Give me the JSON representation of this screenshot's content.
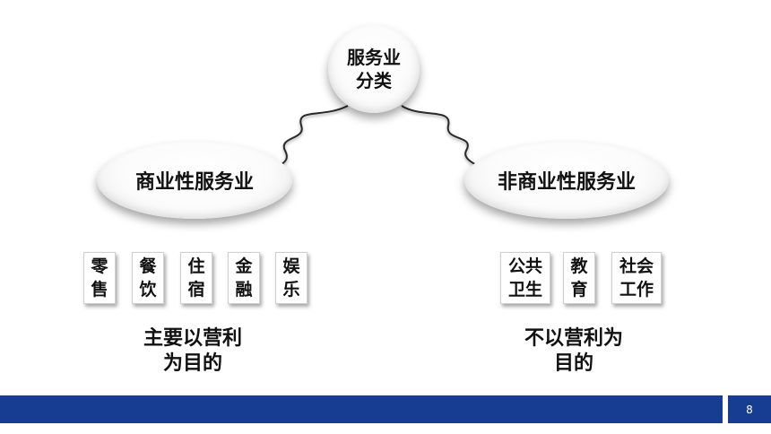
{
  "center": {
    "label": "服务业\n分类"
  },
  "left": {
    "label": "商业性服务业",
    "items": [
      {
        "label": "零\n售"
      },
      {
        "label": "餐\n饮"
      },
      {
        "label": "住\n宿"
      },
      {
        "label": "金\n融"
      },
      {
        "label": "娱\n乐"
      }
    ],
    "caption": "主要以营利\n为目的"
  },
  "right": {
    "label": "非商业性服务业",
    "items": [
      {
        "label": "公共\n卫生"
      },
      {
        "label": "教\n育"
      },
      {
        "label": "社会\n工作"
      }
    ],
    "caption": "不以营利为\n目的"
  },
  "footer": {
    "page_number": "8",
    "bar_color": "#163d91"
  }
}
